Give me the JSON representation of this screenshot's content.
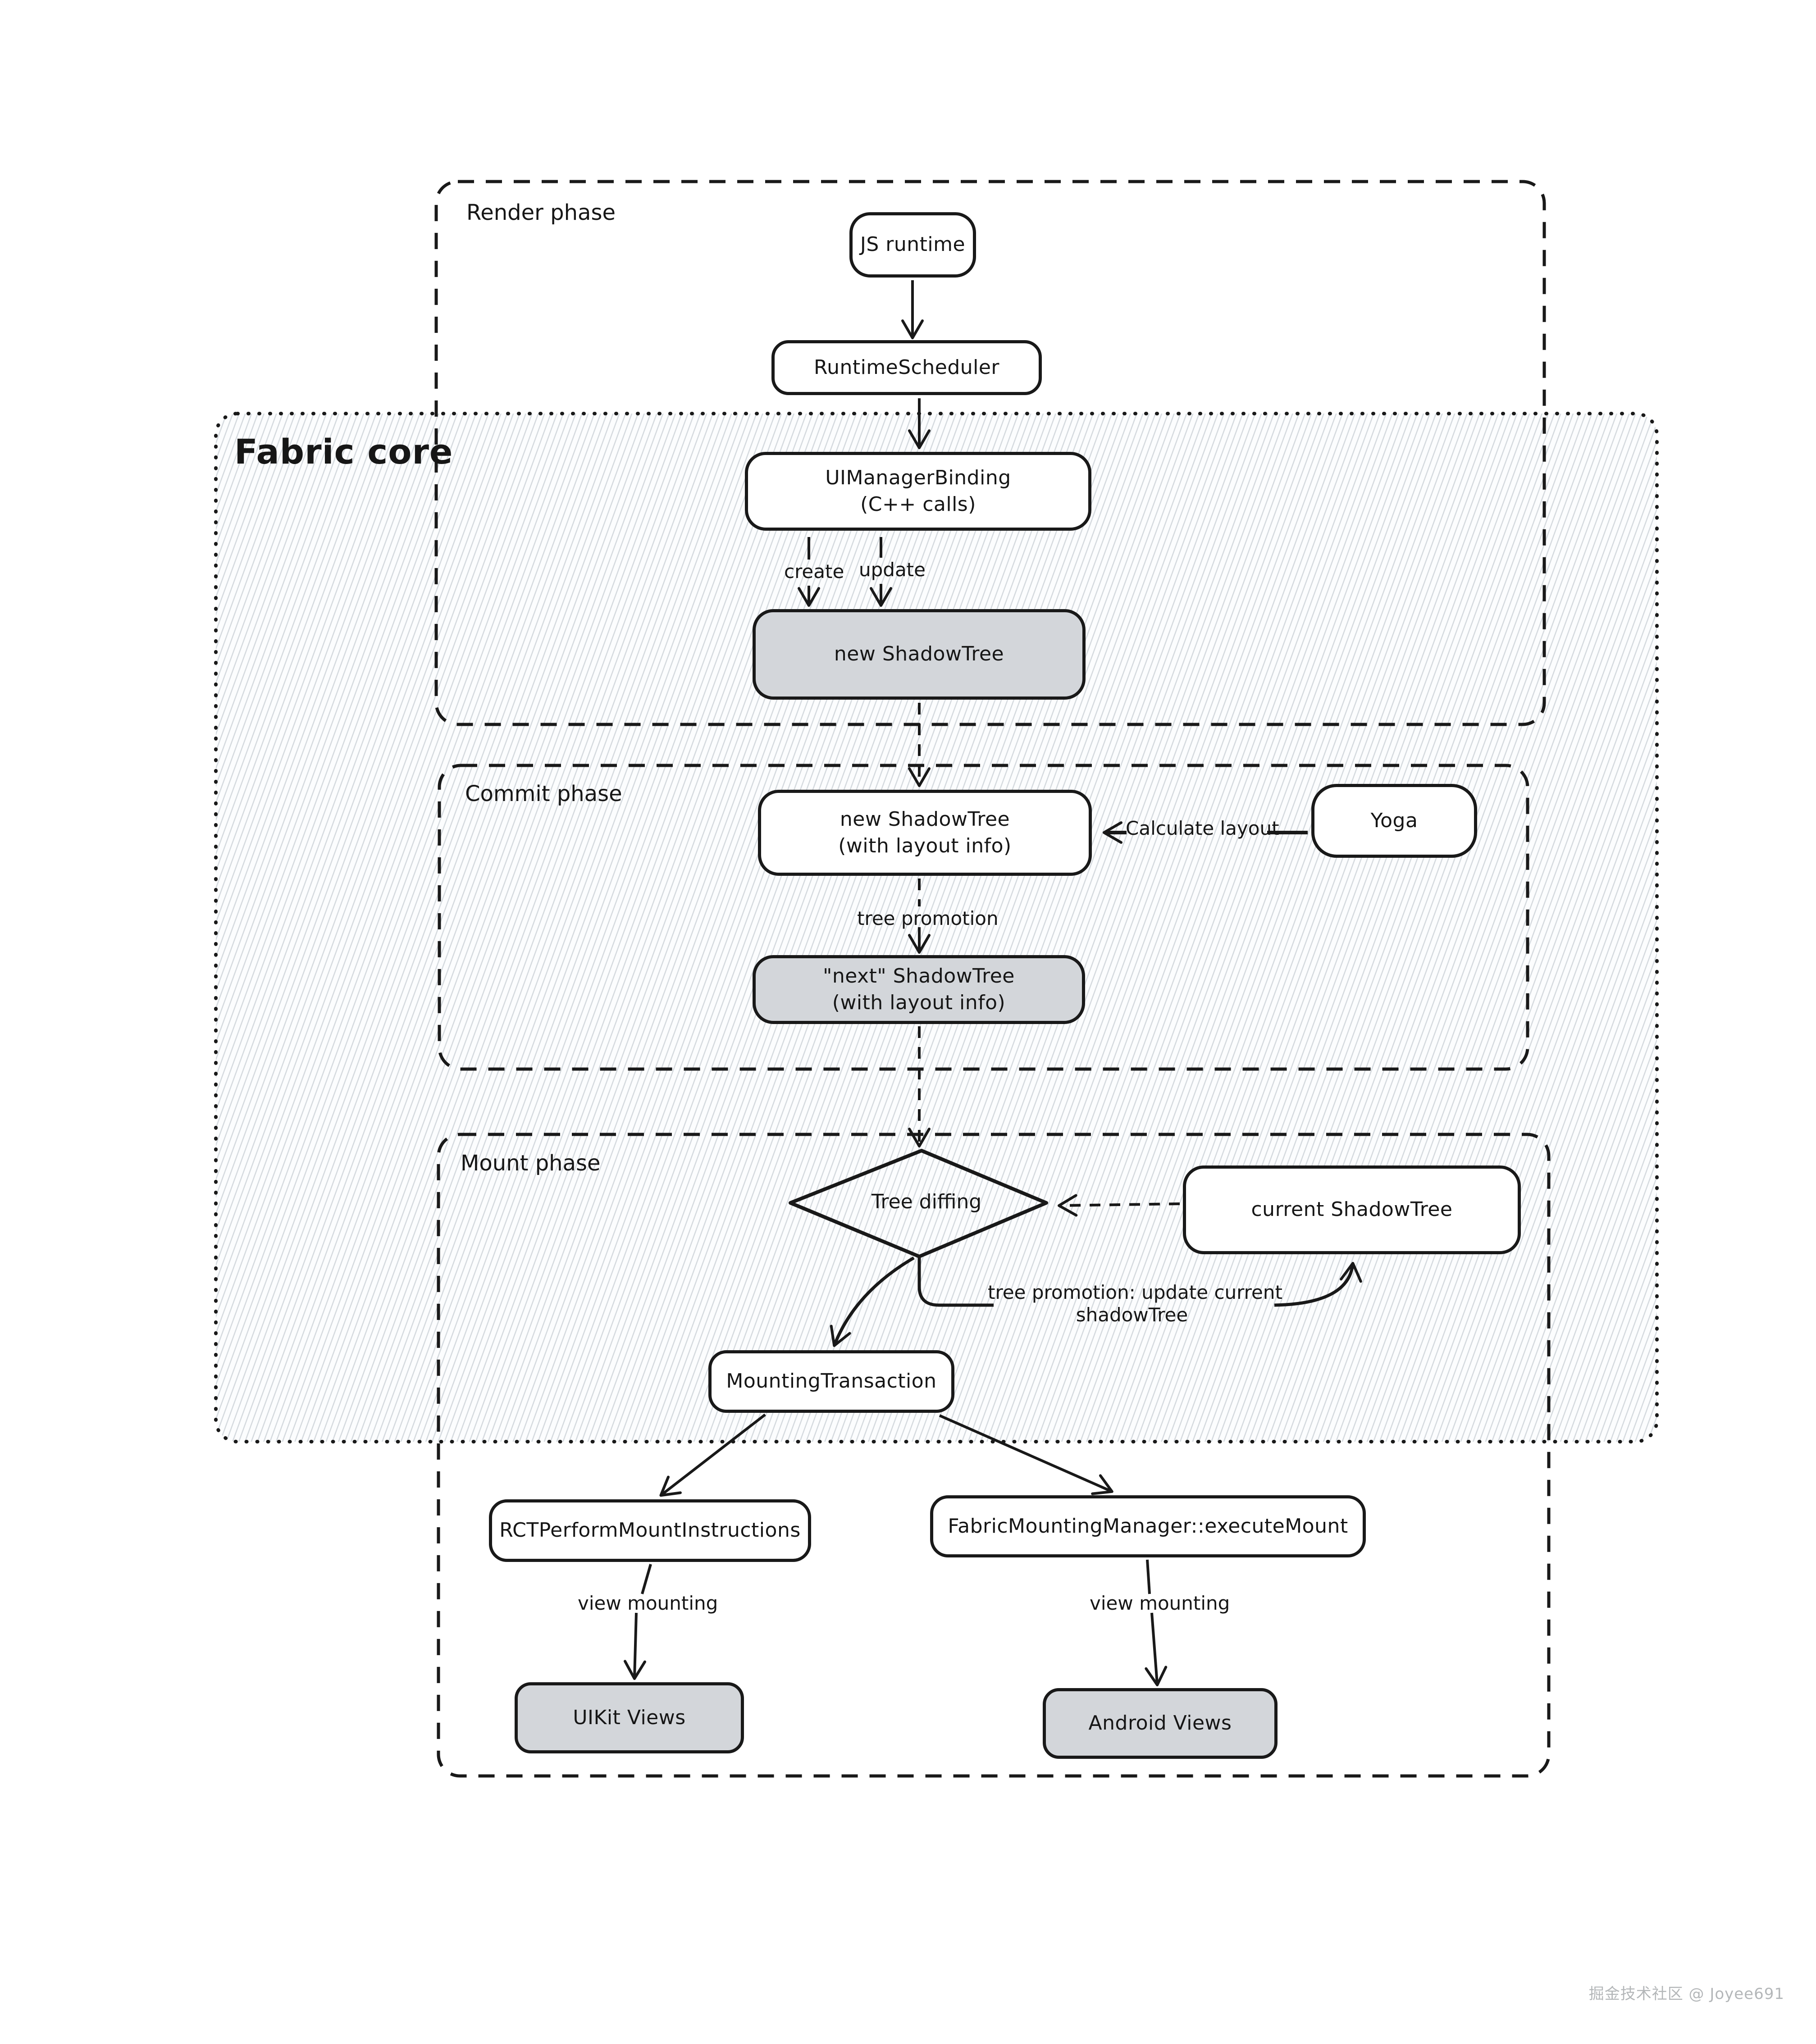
{
  "containers": {
    "render": {
      "label": "Render phase"
    },
    "fabric": {
      "label": "Fabric core"
    },
    "commit": {
      "label": "Commit phase"
    },
    "mount": {
      "label": "Mount phase"
    }
  },
  "nodes": {
    "js_runtime": {
      "label": "JS runtime"
    },
    "runtime_scheduler": {
      "label": "RuntimeScheduler"
    },
    "ui_manager_binding": {
      "line1": "UIManagerBinding",
      "line2": "(C++ calls)"
    },
    "new_shadow_tree": {
      "label": "new ShadowTree"
    },
    "new_shadow_tree_layout": {
      "line1": "new ShadowTree",
      "line2": "(with layout info)"
    },
    "yoga": {
      "label": "Yoga"
    },
    "next_shadow_tree": {
      "line1": "\"next\" ShadowTree",
      "line2": "(with layout info)"
    },
    "tree_diffing": {
      "label": "Tree diffing"
    },
    "current_shadow_tree": {
      "label": "current ShadowTree"
    },
    "mounting_transaction": {
      "label": "MountingTransaction"
    },
    "rct_perform": {
      "label": "RCTPerformMountInstructions"
    },
    "fabric_mounting_manager": {
      "label": "FabricMountingManager::executeMount"
    },
    "uikit_views": {
      "label": "UIKit Views"
    },
    "android_views": {
      "label": "Android Views"
    }
  },
  "edges": {
    "create": "create",
    "update": "update",
    "calculate_layout": "Calculate layout",
    "tree_promotion": "tree promotion",
    "tree_promotion_update": {
      "line1": "tree promotion: update current",
      "line2": "shadowTree"
    },
    "view_mounting_ios": "view mounting",
    "view_mounting_android": "view mounting"
  },
  "watermark": {
    "text": "掘金技术社区 @ Joyee691"
  },
  "colors": {
    "ink": "#191919",
    "node_gray_fill": "#d3d6da",
    "hatch_line": "#d3d8dd",
    "watermark_text": "#b4b7b9"
  }
}
